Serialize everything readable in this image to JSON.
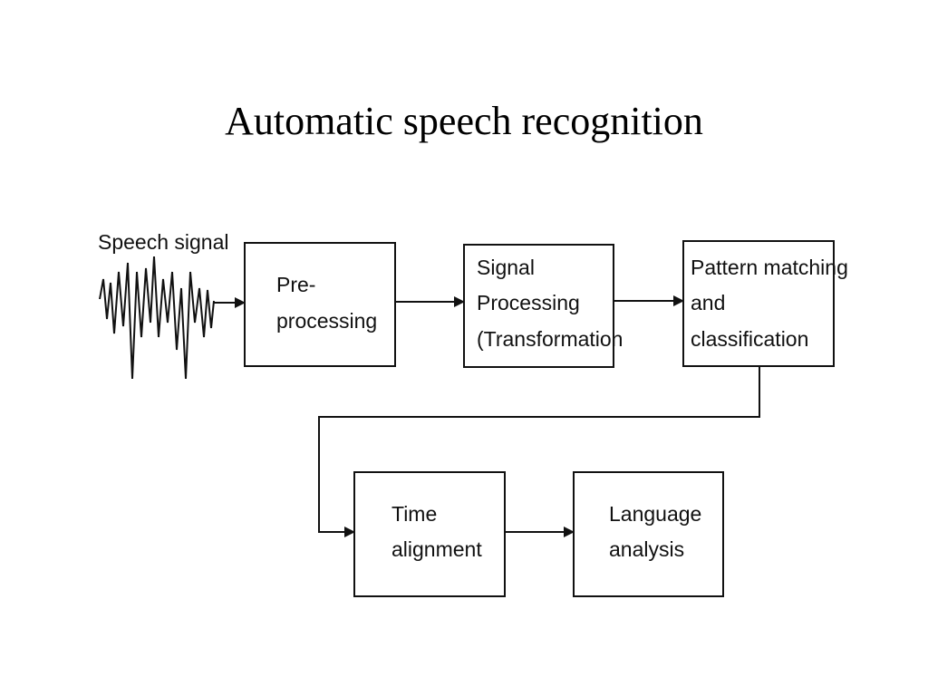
{
  "title": "Automatic speech recognition",
  "diagram": {
    "input_label": "Speech signal",
    "nodes": [
      {
        "id": "preprocessing",
        "lines": [
          "Pre-",
          "processing"
        ]
      },
      {
        "id": "signal-processing",
        "lines": [
          "Signal",
          "Processing",
          "(Transformation"
        ]
      },
      {
        "id": "pattern-matching",
        "lines": [
          "Pattern matching",
          "and",
          "classification"
        ]
      },
      {
        "id": "time-alignment",
        "lines": [
          "Time",
          "alignment"
        ]
      },
      {
        "id": "language-analysis",
        "lines": [
          "Language",
          "analysis"
        ]
      }
    ],
    "edges": [
      {
        "from": "speech-signal",
        "to": "preprocessing"
      },
      {
        "from": "preprocessing",
        "to": "signal-processing"
      },
      {
        "from": "signal-processing",
        "to": "pattern-matching"
      },
      {
        "from": "pattern-matching",
        "to": "time-alignment"
      },
      {
        "from": "time-alignment",
        "to": "language-analysis"
      }
    ]
  }
}
